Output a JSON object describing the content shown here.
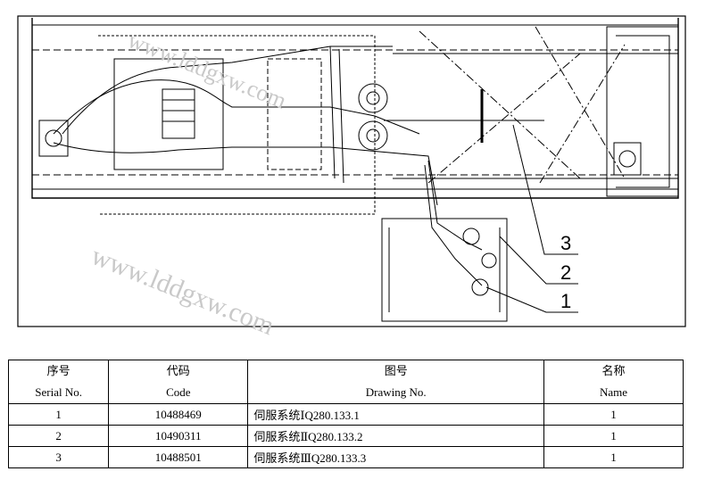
{
  "drawing": {
    "callouts": [
      "3",
      "2",
      "1"
    ]
  },
  "table": {
    "headers": [
      {
        "cn": "序号",
        "en": "Serial No."
      },
      {
        "cn": "代码",
        "en": "Code"
      },
      {
        "cn": "图号",
        "en": "Drawing No."
      },
      {
        "cn": "名称",
        "en": "Name"
      }
    ],
    "rows": [
      {
        "serial": "1",
        "code": "10488469",
        "drawing": "伺服系统ⅠQ280.133.1",
        "name": "1"
      },
      {
        "serial": "2",
        "code": "10490311",
        "drawing": "伺服系统ⅡQ280.133.2",
        "name": "1"
      },
      {
        "serial": "3",
        "code": "10488501",
        "drawing": "伺服系统ⅢQ280.133.3",
        "name": "1"
      }
    ]
  },
  "watermark": {
    "text": "www.lddgxw.com"
  }
}
